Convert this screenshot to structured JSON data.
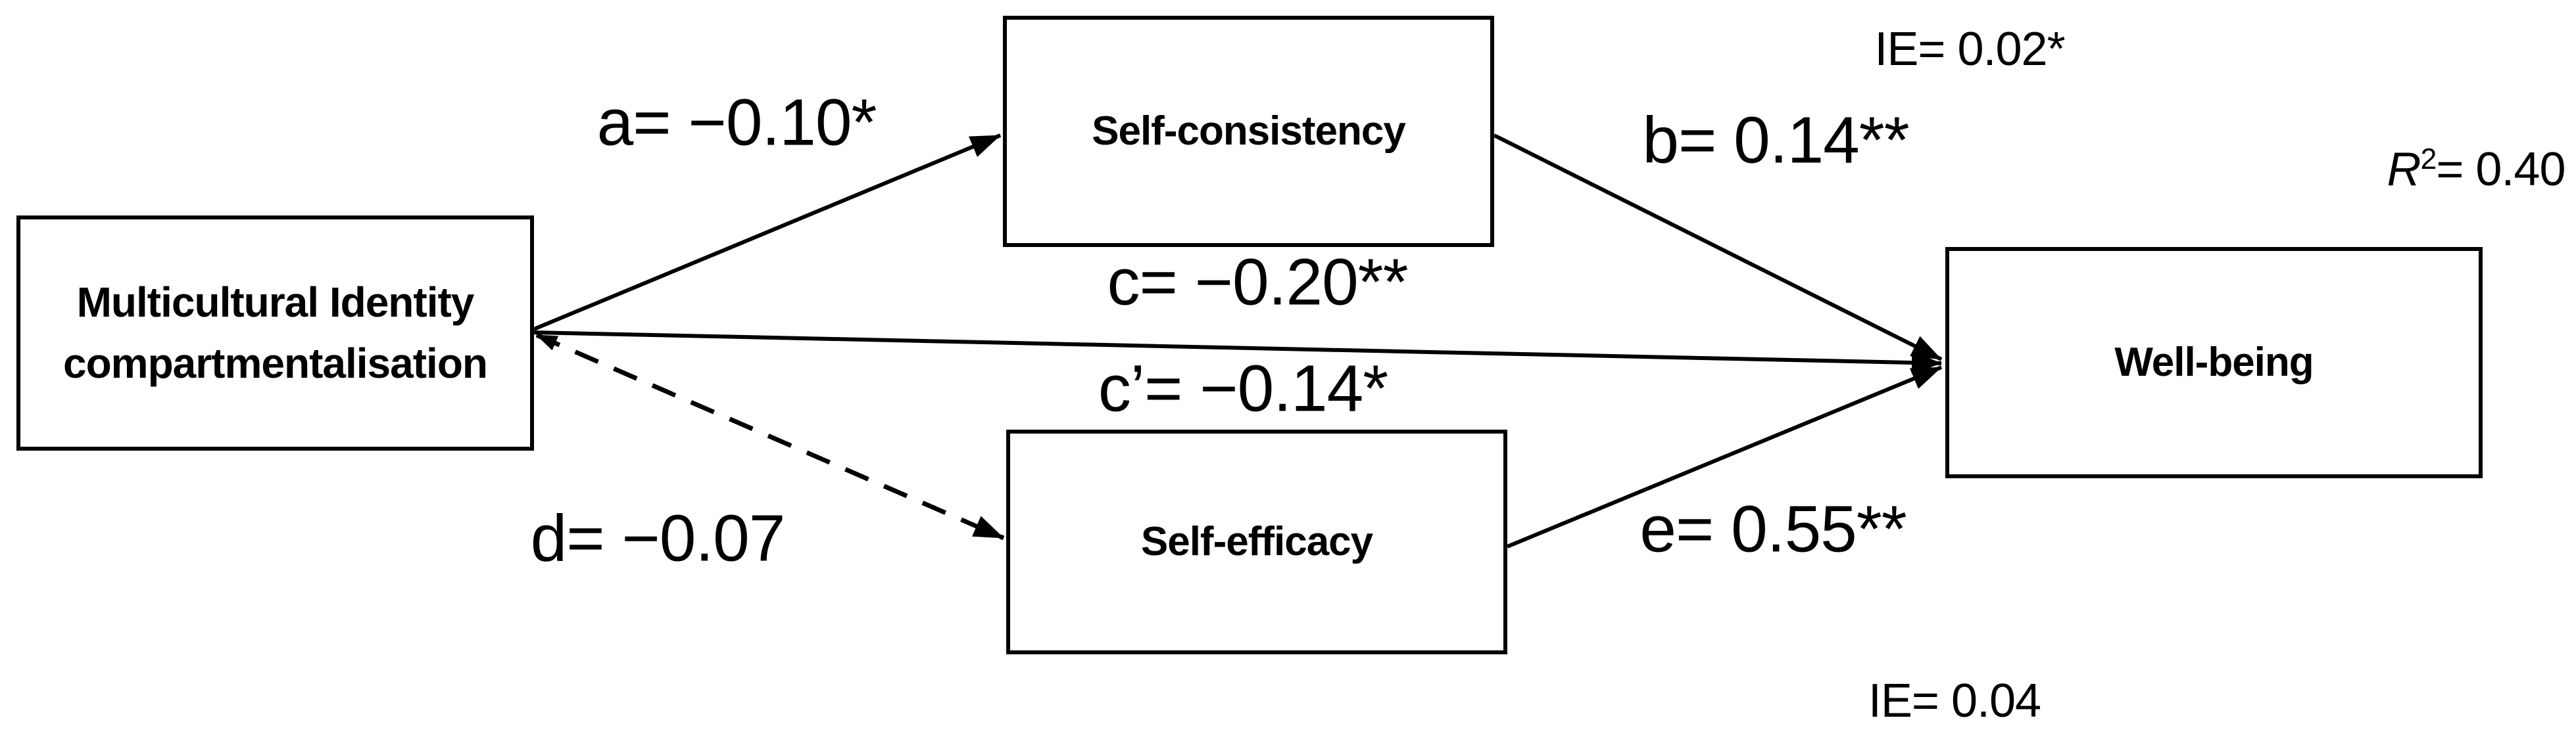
{
  "figure": {
    "background_color": "#ffffff",
    "text_color": "#000000",
    "nodes": {
      "predictor": {
        "label": "Multicultural Identity compartmentalisation",
        "lines": [
          "Multicultural Identity",
          "compartmentalisation"
        ]
      },
      "mediator_top": {
        "label": "Self-consistency"
      },
      "mediator_bottom": {
        "label": "Self-efficacy"
      },
      "outcome": {
        "label": "Well-being"
      }
    },
    "paths": {
      "a": {
        "label": "a= −0.10*",
        "from": "predictor",
        "to": "mediator_top",
        "style": "solid"
      },
      "b": {
        "label": "b= 0.14**",
        "from": "mediator_top",
        "to": "outcome",
        "style": "solid"
      },
      "c": {
        "label": "c= −0.20**",
        "from": "predictor",
        "to": "outcome",
        "style": "solid"
      },
      "c_prime": {
        "label": "c’= −0.14*",
        "from": "predictor",
        "to": "outcome",
        "style": "solid"
      },
      "d": {
        "label": "d= −0.07",
        "from": "predictor",
        "to": "mediator_bottom",
        "style": "dashed"
      },
      "e": {
        "label": "e= 0.55**",
        "from": "mediator_bottom",
        "to": "outcome",
        "style": "solid"
      }
    },
    "annotations": {
      "indirect_effect_top": "IE= 0.02*",
      "indirect_effect_bottom": "IE= 0.04",
      "r_squared": {
        "base": "R",
        "sup": "2",
        "rest": "= 0.40"
      }
    }
  }
}
